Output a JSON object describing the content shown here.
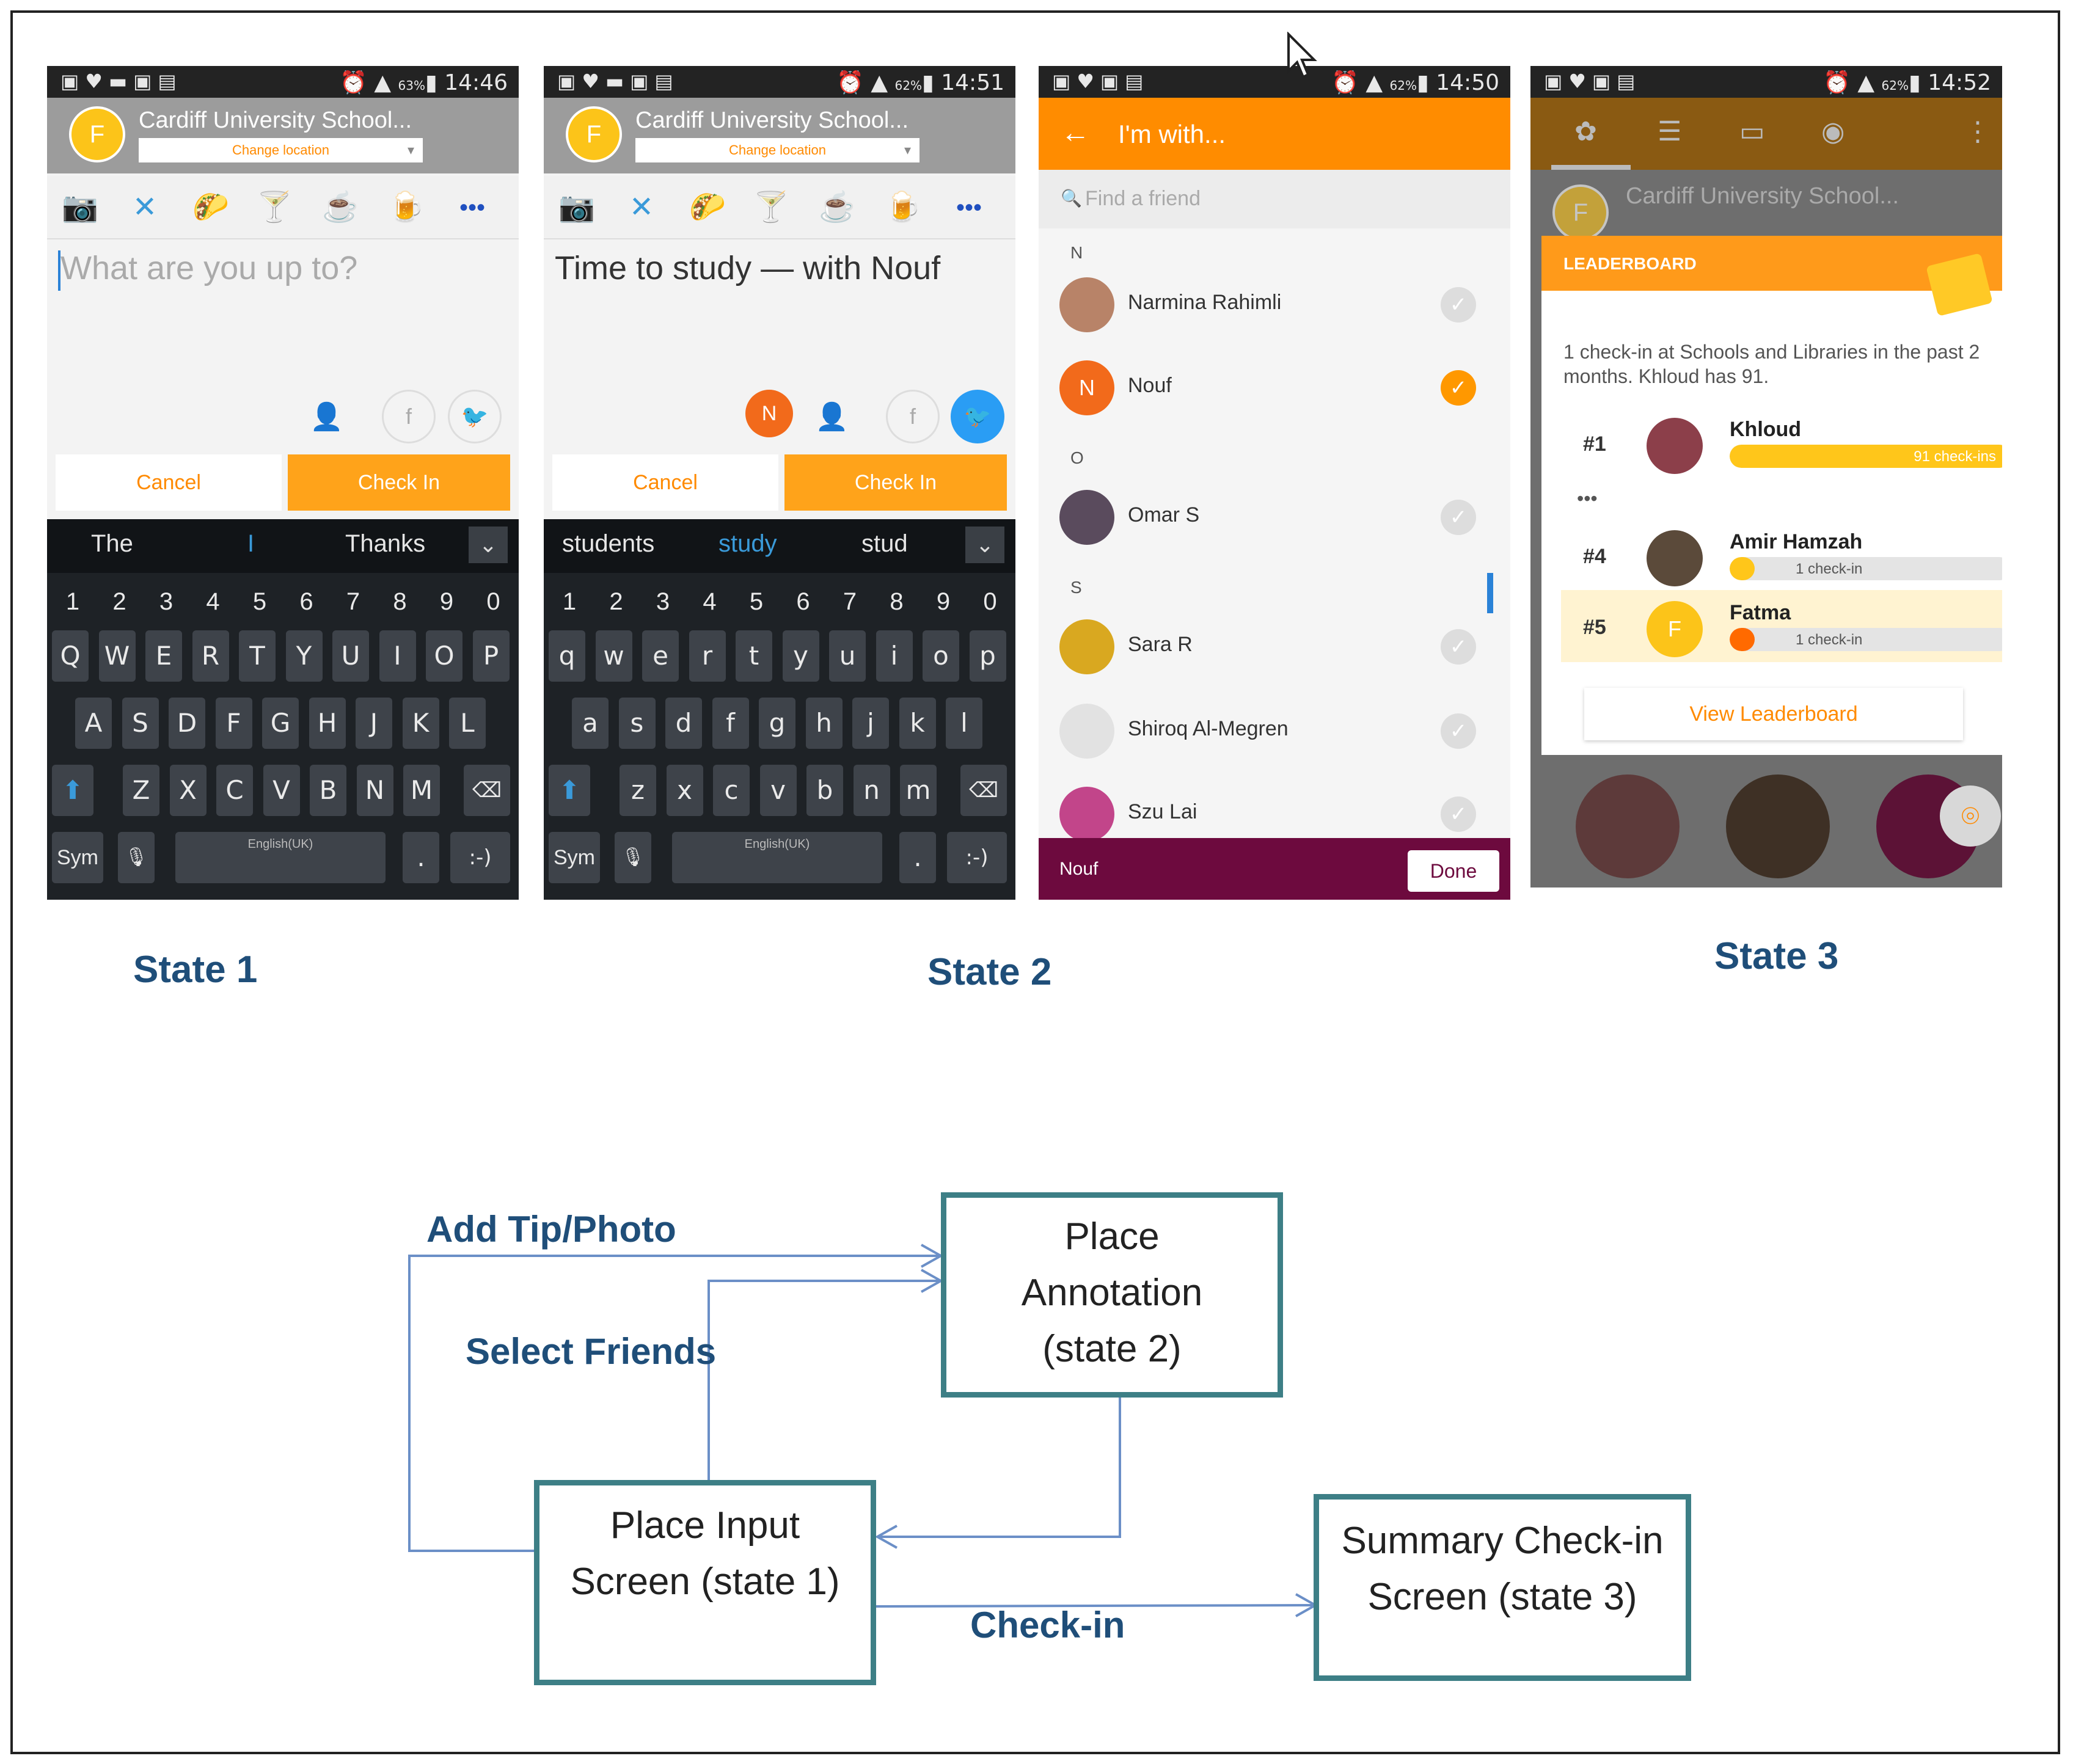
{
  "state1": {
    "status": {
      "time": "14:46",
      "battery": "63%"
    },
    "venue": "Cardiff University School...",
    "change_location": "Change location",
    "avatar_letter": "F",
    "placeholder": "What are you up to?",
    "cancel": "Cancel",
    "check_in": "Check In",
    "suggestions": [
      "The",
      "I",
      "Thanks"
    ],
    "number_row": [
      "1",
      "2",
      "3",
      "4",
      "5",
      "6",
      "7",
      "8",
      "9",
      "0"
    ],
    "rows": [
      [
        "Q",
        "W",
        "E",
        "R",
        "T",
        "Y",
        "U",
        "I",
        "O",
        "P"
      ],
      [
        "A",
        "S",
        "D",
        "F",
        "G",
        "H",
        "J",
        "K",
        "L"
      ],
      [
        "Z",
        "X",
        "C",
        "V",
        "B",
        "N",
        "M"
      ]
    ],
    "sym": "Sym",
    "space": "English(UK)",
    "smiley": ":-)"
  },
  "state2a": {
    "status": {
      "time": "14:51",
      "battery": "62%"
    },
    "venue": "Cardiff University School...",
    "change_location": "Change location",
    "avatar_letter": "F",
    "text": "Time to study — with Nouf",
    "friend_letter": "N",
    "cancel": "Cancel",
    "check_in": "Check In",
    "suggestions": [
      "students",
      "study",
      "stud"
    ],
    "number_row": [
      "1",
      "2",
      "3",
      "4",
      "5",
      "6",
      "7",
      "8",
      "9",
      "0"
    ],
    "rows": [
      [
        "q",
        "w",
        "e",
        "r",
        "t",
        "y",
        "u",
        "i",
        "o",
        "p"
      ],
      [
        "a",
        "s",
        "d",
        "f",
        "g",
        "h",
        "j",
        "k",
        "l"
      ],
      [
        "z",
        "x",
        "c",
        "v",
        "b",
        "n",
        "m"
      ]
    ],
    "sym": "Sym",
    "space": "English(UK)",
    "smiley": ":-)"
  },
  "state2b": {
    "status": {
      "time": "14:50",
      "battery": "62%"
    },
    "title": "I'm with...",
    "search_placeholder": "Find a friend",
    "sections": [
      "N",
      "O",
      "S"
    ],
    "friends": [
      {
        "name": "Narmina Rahimli",
        "checked": false
      },
      {
        "name": "Nouf",
        "checked": true,
        "letter": "N"
      },
      {
        "name": "Omar S",
        "checked": false
      },
      {
        "name": "Sara R",
        "checked": false
      },
      {
        "name": "Shiroq Al-Megren",
        "checked": false
      },
      {
        "name": "Szu Lai",
        "checked": false
      }
    ],
    "selected": "Nouf",
    "done": "Done"
  },
  "state3": {
    "status": {
      "time": "14:52",
      "battery": "62%"
    },
    "venue": "Cardiff University School...",
    "avatar_letter": "F",
    "leaderboard_title": "LEADERBOARD",
    "summary": "1 check-in at Schools and Libraries in the past 2 months. Khloud has 91.",
    "ellipsis": "•••",
    "entries": [
      {
        "rank": "#1",
        "name": "Khloud",
        "count": "91 check-ins",
        "fraction": 1.0
      },
      {
        "rank": "#4",
        "name": "Amir Hamzah",
        "count": "1 check-in",
        "fraction": 0.011
      },
      {
        "rank": "#5",
        "name": "Fatma",
        "count": "1 check-in",
        "fraction": 0.011,
        "letter": "F"
      }
    ],
    "view_leaderboard": "View Leaderboard"
  },
  "labels": {
    "state1": "State 1",
    "state2": "State 2",
    "state3": "State 3"
  },
  "diagram": {
    "place_annotation": [
      "Place",
      "Annotation",
      "(state 2)"
    ],
    "place_input": [
      "Place Input",
      "Screen (state 1)"
    ],
    "summary": [
      "Summary Check-in",
      "Screen (state 3)"
    ],
    "add_tip": "Add Tip/Photo",
    "select_friends": "Select Friends",
    "check_in": "Check-in"
  },
  "colors": {
    "orange": "#ffa31a",
    "accent_blue": "#2a82d7",
    "label_blue": "#1f4e79",
    "box_border": "#3d7f86",
    "arrow": "#6b8fc7",
    "done_bar": "#6d0a3e"
  }
}
